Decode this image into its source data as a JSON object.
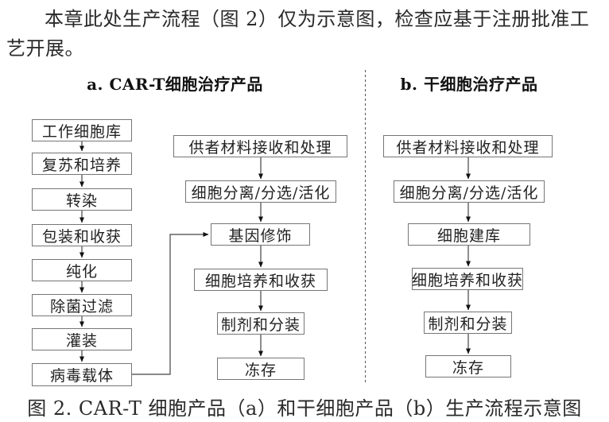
{
  "page": {
    "intro_paragraph": "本章此处生产流程（图 2）仅为示意图，检查应基于注册批准工艺开展。",
    "caption": "图 2. CAR-T 细胞产品（a）和干细胞产品（b）生产流程示意图"
  },
  "diagram": {
    "section_a": {
      "title": "a. CAR-T细胞治疗产品",
      "vector_branch_steps": [
        "工作细胞库",
        "复苏和培养",
        "转染",
        "包装和收获",
        "纯化",
        "除菌过滤",
        "灌装",
        "病毒载体"
      ],
      "cell_branch_steps": [
        "供者材料接收和处理",
        "细胞分离/分选/活化",
        "基因修饰",
        "细胞培养和收获",
        "制剂和分装",
        "冻存"
      ]
    },
    "section_b": {
      "title": "b. 干细胞治疗产品",
      "steps": [
        "供者材料接收和处理",
        "细胞分离/分选/活化",
        "细胞建库",
        "细胞培养和收获",
        "制剂和分装",
        "冻存"
      ]
    },
    "colors": {
      "box_border": "#767676",
      "connector_line": "#444444",
      "arrowhead": "#111111",
      "divider": "#555555",
      "text": "#1f1f1f"
    }
  }
}
